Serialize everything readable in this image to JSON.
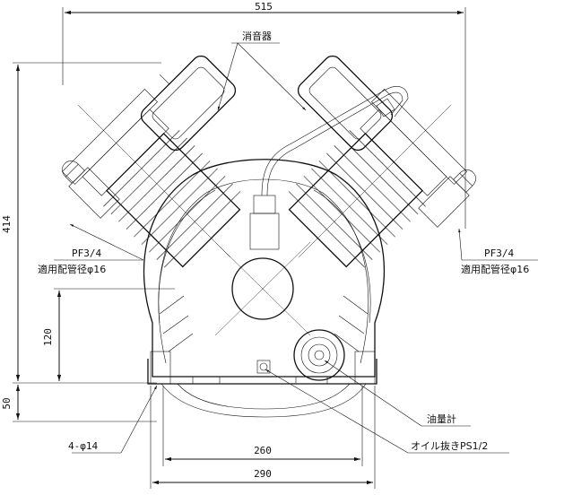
{
  "dimensions": {
    "width_top": "515",
    "height_left": "414",
    "height_120": "120",
    "height_50": "50",
    "width_260": "260",
    "width_290": "290"
  },
  "labels": {
    "muffler": "消音器",
    "pf_left_line1": "PF3/4",
    "pf_left_line2": "適用配管径φ16",
    "pf_right_line1": "PF3/4",
    "pf_right_line2": "適用配管径φ16",
    "oil_gauge": "油量計",
    "oil_drain": "オイル抜きPS1/2",
    "holes": "4-φ14"
  }
}
